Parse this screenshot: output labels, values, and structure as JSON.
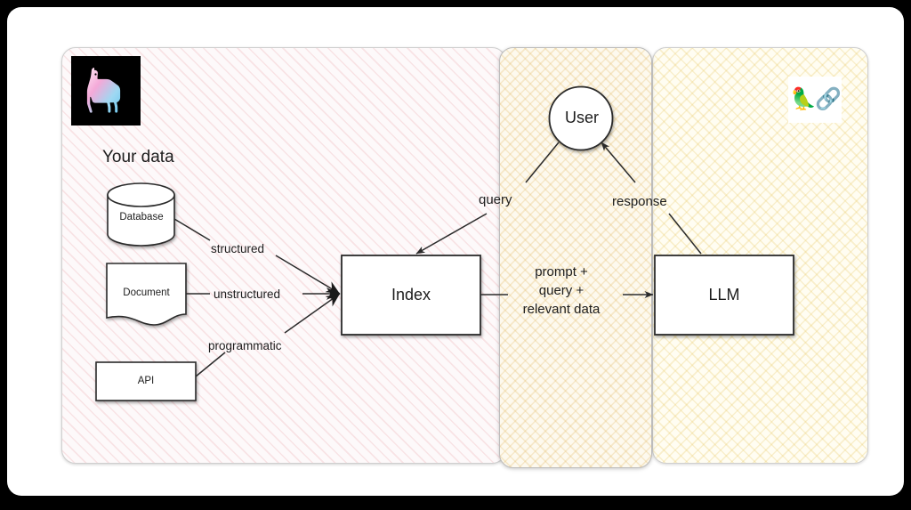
{
  "diagram": {
    "title_label": "Your data",
    "panels": [
      {
        "name": "data-sources-panel",
        "accent": "#fdf9fa"
      },
      {
        "name": "user-panel",
        "accent": "#fdf9ee"
      },
      {
        "name": "llm-panel",
        "accent": "#fffdf2"
      }
    ],
    "logos": {
      "llama_icon": "llama-logo-icon",
      "langchain_icon": "🦜🔗"
    },
    "nodes": {
      "database": "Database",
      "document": "Document",
      "api": "API",
      "index": "Index",
      "user": "User",
      "llm": "LLM"
    },
    "edges": {
      "structured": "structured",
      "unstructured": "unstructured",
      "programmatic": "programmatic",
      "query": "query",
      "response": "response",
      "prompt_line1": "prompt +",
      "prompt_line2": "query +",
      "prompt_line3": "relevant data"
    },
    "colors": {
      "stroke": "#2b2b2b",
      "node_fill": "#ffffff",
      "background": "#000000",
      "card": "#ffffff"
    }
  }
}
